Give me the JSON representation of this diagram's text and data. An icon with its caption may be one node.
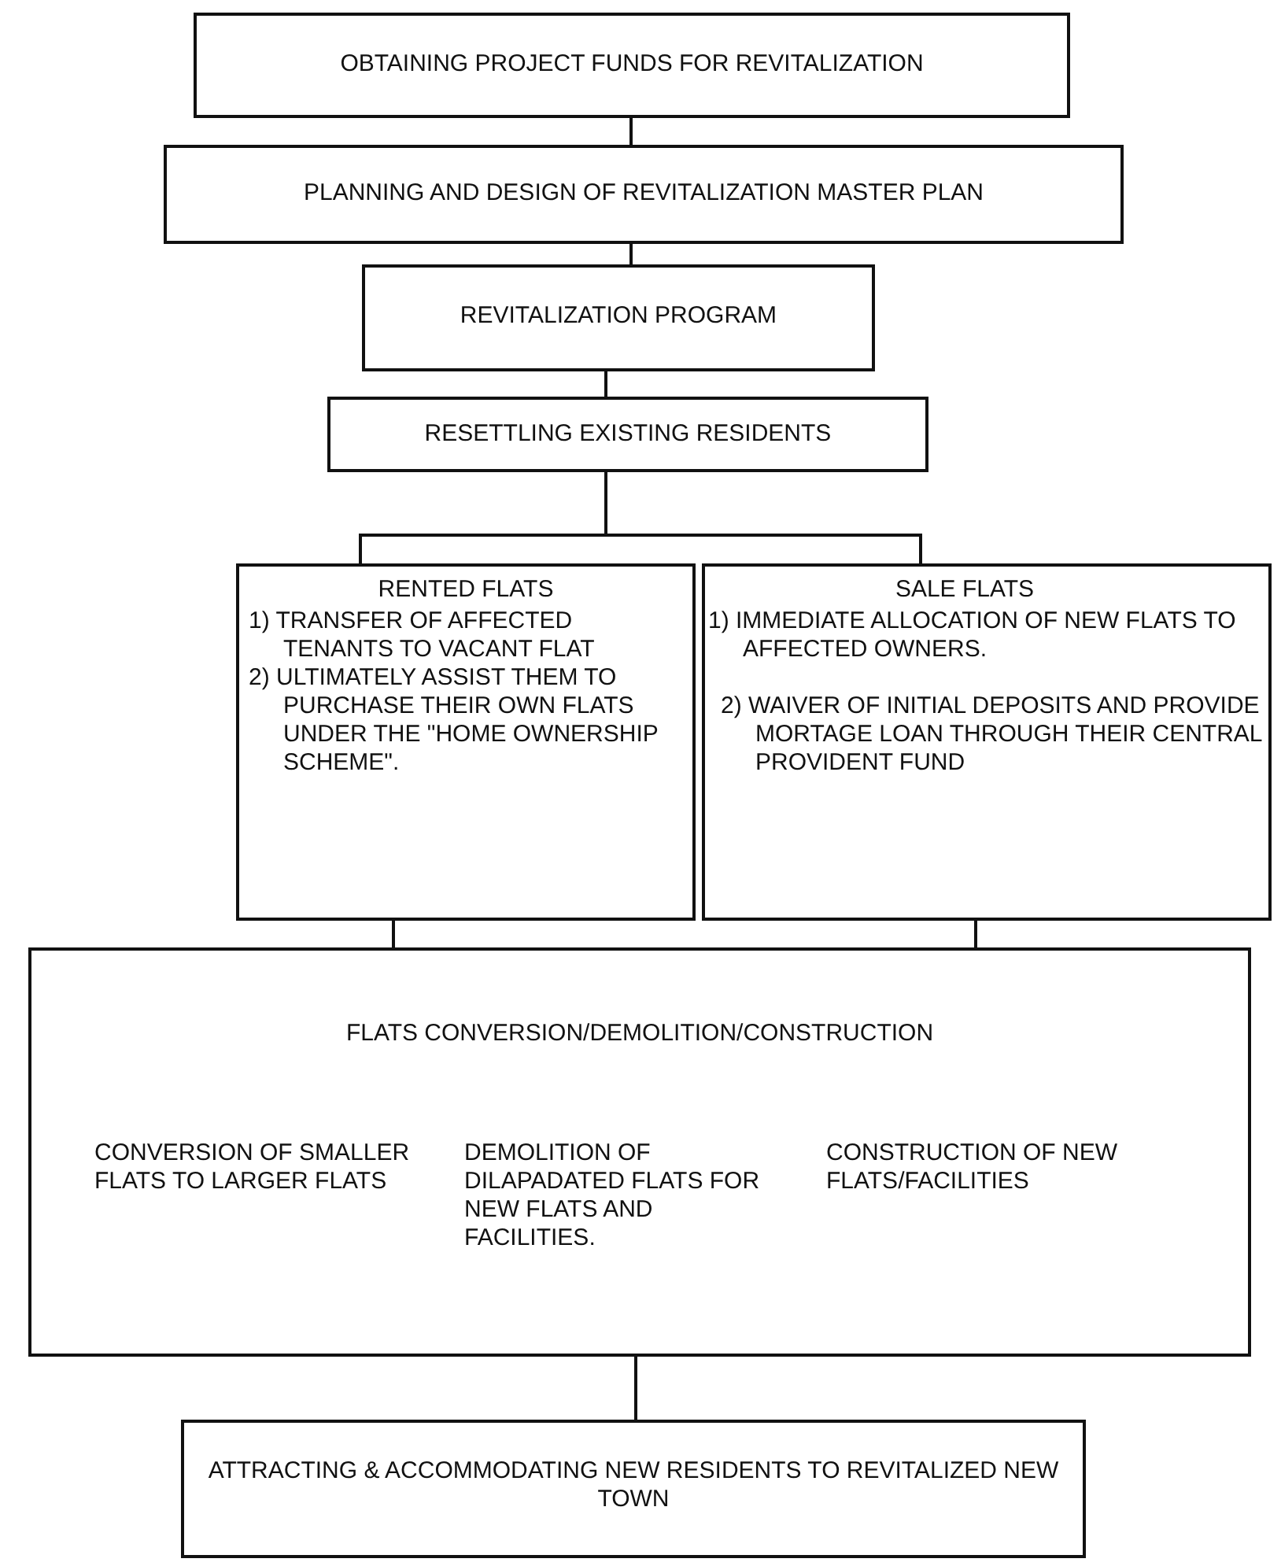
{
  "diagram": {
    "nodes": [
      {
        "text": [
          "OBTAINING PROJECT FUNDS FOR REVITALIZATION"
        ]
      },
      {
        "text": [
          "PLANNING AND DESIGN OF REVITALIZATION MASTER PLAN"
        ]
      },
      {
        "text": [
          "REVITALIZATION PROGRAM"
        ]
      },
      {
        "text": [
          "RESETTLING EXISTING RESIDENTS"
        ]
      },
      {
        "text": [
          "RENTED FLATS",
          "1) TRANSFER OF AFFECTED TENANTS TO VACANT FLAT",
          "2) ULTIMATELY ASSIST THEM TO PURCHASE THEIR OWN FLATS UNDER THE \"HOME OWNERSHIP SCHEME\"."
        ]
      },
      {
        "text": [
          "SALE FLATS",
          "1) IMMEDIATE ALLOCATION OF NEW FLATS TO AFFECTED OWNERS.",
          "2) WAIVER OF INITIAL DEPOSITS AND PROVIDE MORTAGE LOAN THROUGH THEIR CENTRAL PROVIDENT FUND"
        ]
      },
      {
        "text": [
          "FLATS CONVERSION/DEMOLITION/CONSTRUCTION",
          "CONVERSION OF SMALLER FLATS TO LARGER FLATS",
          "DEMOLITION OF DILAPADATED FLATS FOR NEW FLATS AND FACILITIES.",
          "CONSTRUCTION OF NEW FLATS/FACILITIES"
        ]
      },
      {
        "text": [
          "ATTRACTING & ACCOMMODATING NEW RESIDENTS TO REVITALIZED NEW TOWN"
        ]
      }
    ],
    "edges": [
      {
        "from": 0,
        "to": 1,
        "arrow": "none"
      },
      {
        "from": 1,
        "to": 2,
        "arrow": "none"
      },
      {
        "from": 2,
        "to": 3,
        "arrow": "none"
      },
      {
        "from": 3,
        "to": 4,
        "arrow": "none"
      },
      {
        "from": 3,
        "to": 5,
        "arrow": "none"
      },
      {
        "from": 4,
        "to": 6,
        "arrow": "none"
      },
      {
        "from": 5,
        "to": 6,
        "arrow": "none"
      },
      {
        "from": 6,
        "to": 7,
        "arrow": "none"
      }
    ]
  }
}
